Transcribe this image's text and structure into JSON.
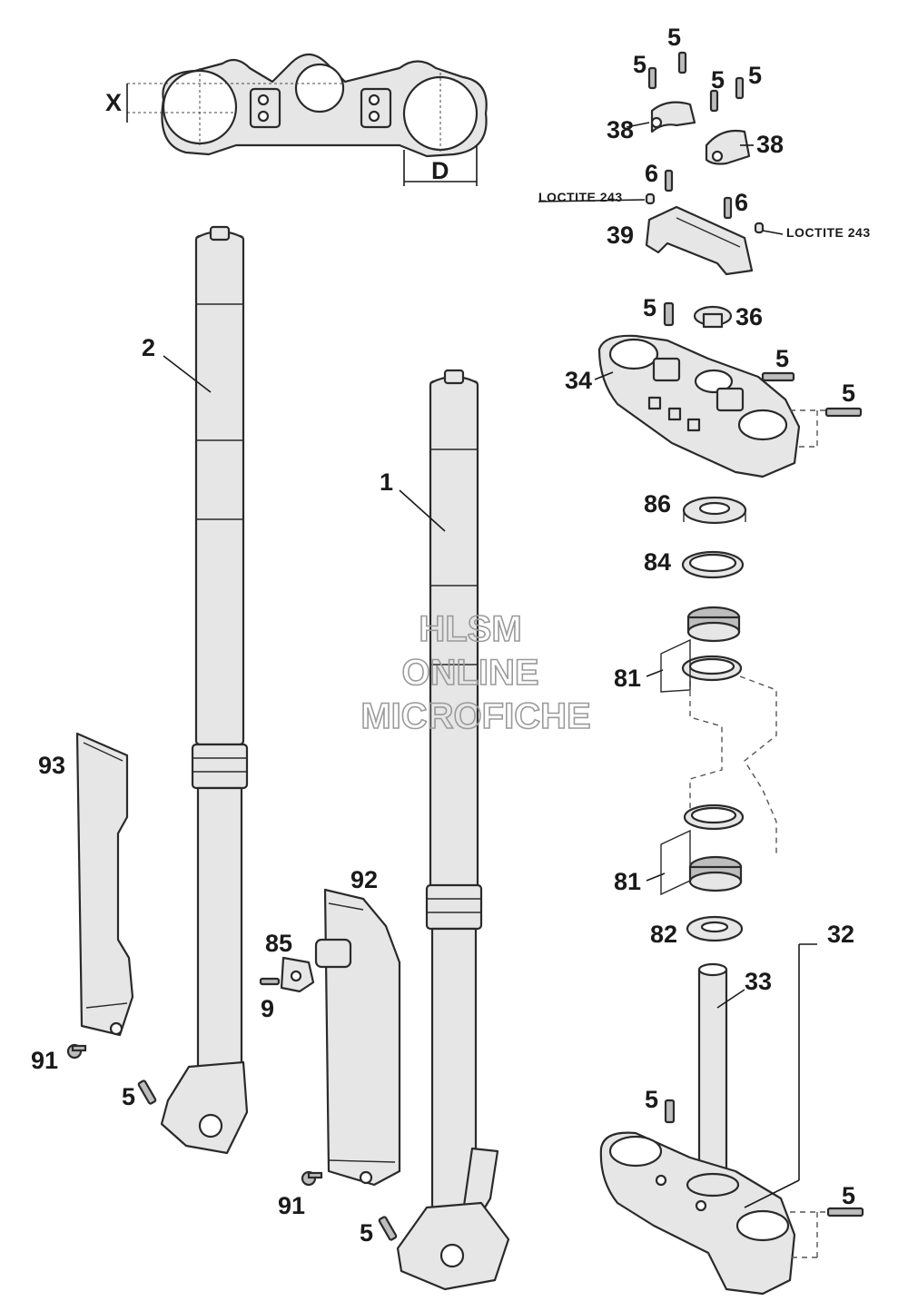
{
  "labels": {
    "l2": "2",
    "l1": "1",
    "l93": "93",
    "l92": "92",
    "l85": "85",
    "l9": "9",
    "l91a": "91",
    "l91b": "91",
    "l5_left": "5",
    "l5_mid": "5",
    "l5_top1": "5",
    "l5_top2": "5",
    "l5_top3": "5",
    "l5_top4": "5",
    "l38a": "38",
    "l38b": "38",
    "l6a": "6",
    "l6b": "6",
    "l39": "39",
    "l5_crown": "5",
    "l36": "36",
    "l34": "34",
    "l5_crown_side": "5",
    "l5_crown_right": "5",
    "l86": "86",
    "l84": "84",
    "l81a": "81",
    "l81b": "81",
    "l82": "82",
    "l32": "32",
    "l33": "33",
    "l5_lower": "5",
    "l5_lower_right": "5"
  },
  "notes": {
    "loctite_left": "LOCTITE 243",
    "loctite_right": "LOCTITE 243"
  },
  "dimensions": {
    "x": "X",
    "d": "D"
  },
  "watermark": {
    "line1": "HLSM",
    "line2": "ONLINE",
    "line3": "MICROFICHE"
  }
}
